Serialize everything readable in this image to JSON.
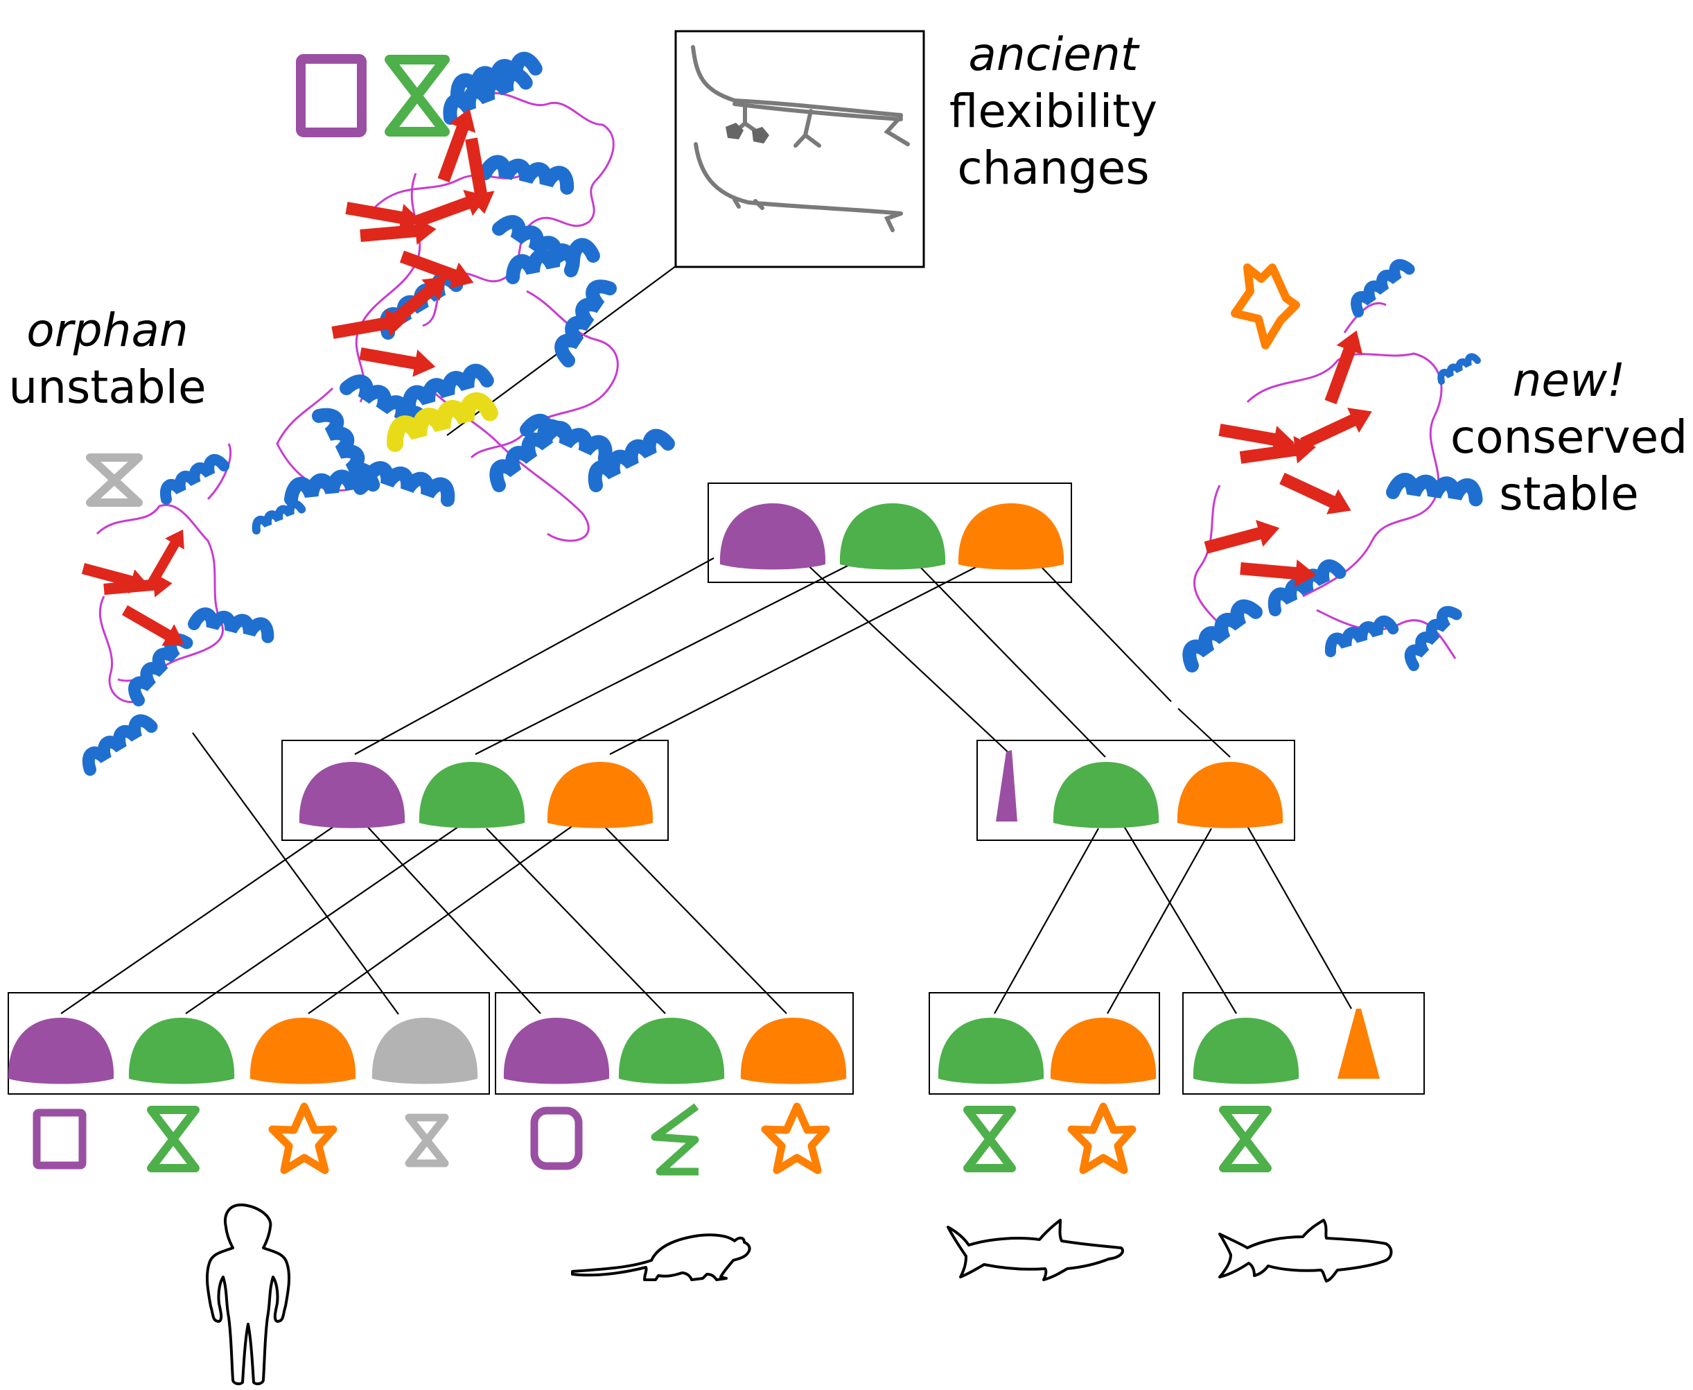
{
  "labels": {
    "ancient": {
      "italic": "ancient",
      "line2": "flexibility",
      "line3": "changes"
    },
    "orphan": {
      "italic": "orphan",
      "line2": "unstable"
    },
    "new": {
      "italic": "new!",
      "line2": "conserved",
      "line3": "stable"
    }
  },
  "colors": {
    "purple": "#9a4fa3",
    "green": "#4db04a",
    "orange": "#ff7f00",
    "gray": "#b3b3b3",
    "helix_blue": "#1f6fd1",
    "sheet_red": "#e0271c",
    "loop_magenta": "#c93bd0",
    "highlight_yellow": "#e8dc1a"
  },
  "tree": {
    "root_node": [
      "purple-dome",
      "green-dome",
      "orange-dome"
    ],
    "mammal_ancestor": [
      "purple-dome",
      "green-dome",
      "orange-dome"
    ],
    "fish_ancestor": [
      "purple-triangle",
      "green-dome",
      "orange-dome"
    ],
    "leaves": [
      {
        "organism": "human",
        "genes": [
          "purple-dome",
          "green-dome",
          "orange-dome",
          "gray-dome"
        ],
        "ligands": [
          "square-icon",
          "hourglass-icon",
          "star-icon",
          "hourglass-icon"
        ]
      },
      {
        "organism": "mouse",
        "genes": [
          "purple-dome",
          "green-dome",
          "orange-dome"
        ],
        "ligands": [
          "rounded-square-icon",
          "bent-hourglass-icon",
          "star-icon"
        ]
      },
      {
        "organism": "shark",
        "genes": [
          "green-dome",
          "orange-dome"
        ],
        "ligands": [
          "hourglass-icon",
          "star-icon"
        ]
      },
      {
        "organism": "bony-fish",
        "genes": [
          "green-dome",
          "orange-triangle"
        ],
        "ligands": [
          "hourglass-icon"
        ]
      }
    ]
  }
}
